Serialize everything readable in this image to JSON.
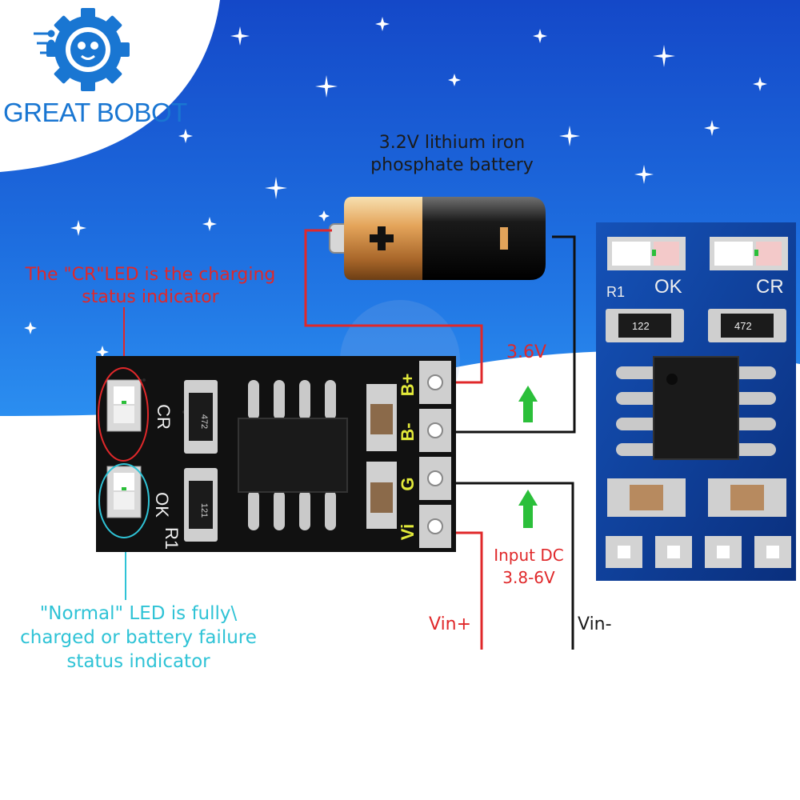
{
  "brand": {
    "name": "GREAT BOBOT"
  },
  "battery": {
    "caption": "3.2V lithium iron phosphate battery"
  },
  "annotations": {
    "cr_led": "The \"CR\"LED is the charging status indicator",
    "normal_led": "\"Normal\" LED is fully\\ charged or battery failure status indicator",
    "battery_voltage": "3.6V",
    "input": "Input DC 3.8-6V",
    "vin_plus": "Vin+",
    "vin_minus": "Vin-"
  },
  "board_black": {
    "pins": [
      "B+",
      "B-",
      "G",
      "Vi"
    ],
    "silk": {
      "cr": "CR",
      "ok": "OK",
      "r1": "R1",
      "res1": "472",
      "res2": "121"
    }
  },
  "board_blue": {
    "silk": {
      "r1": "R1",
      "ok": "OK",
      "cr": "CR",
      "res1": "122",
      "res2": "472"
    }
  },
  "colors": {
    "sky": "#1a5fd6",
    "board_black": "#111111",
    "board_blue": "#0d3f9a",
    "wire_red": "#e0282a",
    "arrow_green": "#2bbf3a",
    "pin_label": "#e3ea3a"
  }
}
